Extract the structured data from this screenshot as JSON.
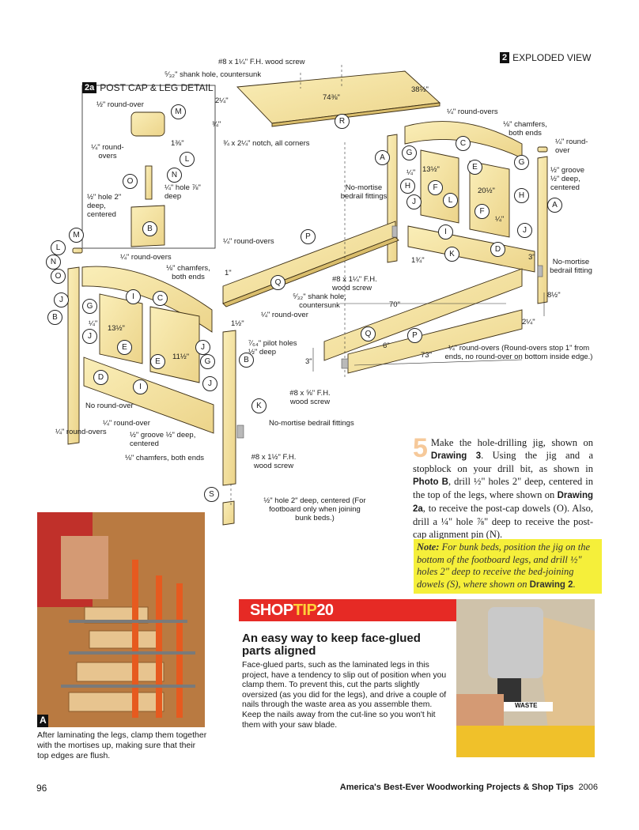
{
  "exploded_view": {
    "number": "2",
    "title": "EXPLODED VIEW"
  },
  "post_cap_detail": {
    "number": "2a",
    "title": "POST CAP & LEG DETAIL"
  },
  "labels": {
    "screw_top": "#8 x 1¼\" F.H. wood screw",
    "shank_hole_top": "⁵⁄₃₂\" shank hole, countersunk",
    "dim_7438": "74⅜\"",
    "dim_3812": "38½\"",
    "dim_214": "2¼\"",
    "dim_34": "¾\"",
    "notch": "¾ x 2¼\" notch, all corners",
    "round_over_14_hb": "¼\" round-overs",
    "chamfers_hb": "⅛\" chamfers, both ends",
    "round_over_14_b": "¼\" round-over",
    "groove_hb": "½\" groove ½\" deep, centered",
    "dim_1312_hb": "13½\"",
    "dim_2012": "20½\"",
    "dim_14_hb_a": "¼\"",
    "dim_14_hb_b": "¼\"",
    "no_mortise_fittings": "No-mortise bedrail fittings",
    "no_mortise_fitting_right": "No-mortise bedrail fitting",
    "dim_134": "1¾\"",
    "dim_3": "3\"",
    "dim_812": "8½\"",
    "dim_214_b": "2¼\"",
    "dc_roundover": "½\" round-over",
    "dc_roundovers": "¼\" round-overs",
    "dc_138": "1⅜\"",
    "dc_hole_14": "¼\" hole ⅞\" deep",
    "dc_hole_12": "½\" hole 2\" deep, centered",
    "round_overs_p": "¼\" round-overs",
    "round_overs_fb": "¼\" round-overs",
    "chamfers_fb": "⅛\" chamfers, both ends",
    "dim_1": "1\"",
    "screw_mid": "#8 x 1¼\" F.H. wood screw",
    "shank_hole_mid": "⁵⁄₃₂\" shank hole, countersunk",
    "round_over_q": "¼\" round-over",
    "dim_70": "70\"",
    "dim_112": "1½\"",
    "pilot_holes": "⁷⁄₆₄\" pilot holes ½\" deep",
    "dim_6": "6\"",
    "dim_73": "73\"",
    "dim_3b": "3\"",
    "round_overs_rail": "¼\" round-overs (Round-overs stop 1\" from ends, no round-over on bottom inside edge.)",
    "dim_14_fb": "¼\"",
    "dim_1312_fb": "13½\"",
    "dim_1112": "11½\"",
    "screw_58": "#8 x ⅝\" F.H. wood screw",
    "no_mortise_fittings_b": "No-mortise bedrail fittings",
    "no_round_over": "No round-over",
    "round_over_fb_b": "¼\" round-over",
    "round_overs_leg": "¼\" round-overs",
    "groove_fb": "½\" groove ½\" deep, centered",
    "chamfers_fb_b": "⅛\" chamfers, both ends",
    "screw_112": "#8 x 1½\" F.H. wood screw",
    "hole_bunk": "½\" hole 2\" deep, centered (For footboard only when joining bunk beds.)"
  },
  "callouts": {
    "R": "R",
    "C_hb": "C",
    "A_hb1": "A",
    "A_hb2": "A",
    "G_hb1": "G",
    "G_hb2": "G",
    "H_hb1": "H",
    "H_hb2": "H",
    "J_hb1": "J",
    "J_hb2": "J",
    "F_hb1": "F",
    "F_hb2": "F",
    "E_hb": "E",
    "I_hb": "I",
    "K_hb": "K",
    "D_hb": "D",
    "L_hb": "L",
    "M_dc": "M",
    "L_dc": "L",
    "N_dc": "N",
    "O_dc": "O",
    "B_dc": "B",
    "P_top": "P",
    "Q_top": "Q",
    "P_bot": "P",
    "Q_bot": "Q",
    "M_fb": "M",
    "L_fb": "L",
    "N_fb": "N",
    "O_fb": "O",
    "J_fb1": "J",
    "B_fb": "B",
    "G_fb1": "G",
    "C_fb": "C",
    "I_fb1": "I",
    "J_fb2": "J",
    "E_fb1": "E",
    "E_fb2": "E",
    "G_fb2": "G",
    "J_fb3": "J",
    "D_fb": "D",
    "I_fb2": "I",
    "B_fb2": "B",
    "J_fb4": "J",
    "K_fb": "K",
    "S": "S"
  },
  "step": {
    "number": "5",
    "text_1": "Make the hole-drilling jig, shown on ",
    "drawing_3": "Drawing 3",
    "text_2": ". Using the jig and a stopblock on your drill bit, as shown in ",
    "photo_b": "Photo B",
    "text_3": ", drill ½\" holes 2\" deep, centered in the top of the legs, where shown on ",
    "drawing_2a": "Drawing 2a",
    "text_4": ", to receive the post-cap dowels (O). Also, drill a ¼\" hole ⅞\" deep to receive the post-cap alignment pin (N)."
  },
  "note": {
    "label": "Note:",
    "text": " For bunk beds, position the jig on the bottom of the footboard legs, and drill ½\" holes 2\" deep to receive the bed-joining dowels (S), where shown on ",
    "drawing_2": "Drawing 2",
    "end": "."
  },
  "photo_a": {
    "label": "A",
    "caption": "After laminating the legs, clamp them together with the mortises up, making sure that their top edges are flush."
  },
  "shop_tip": {
    "shop": "SHOP",
    "tip": "TIP",
    "number": "20",
    "headline": "An easy way to keep face-glued parts aligned",
    "body": "Face-glued parts, such as the laminated legs in this project, have a tendency to slip out of position when you clamp them. To prevent this, cut the parts slightly oversized (as you did for the legs), and drive a couple of nails through the waste area as you assemble them. Keep the nails away from the cut-line so you won't hit them with your saw blade.",
    "photo_text": "WASTE"
  },
  "footer": {
    "page": "96",
    "book": "America's Best-Ever Woodworking Projects & Shop Tips",
    "year": "2006"
  },
  "colors": {
    "wood": "#f7e6a6",
    "wood_dark": "#e8cf82",
    "tip_red": "#e62a25",
    "note_yellow": "#f5ef3a"
  }
}
